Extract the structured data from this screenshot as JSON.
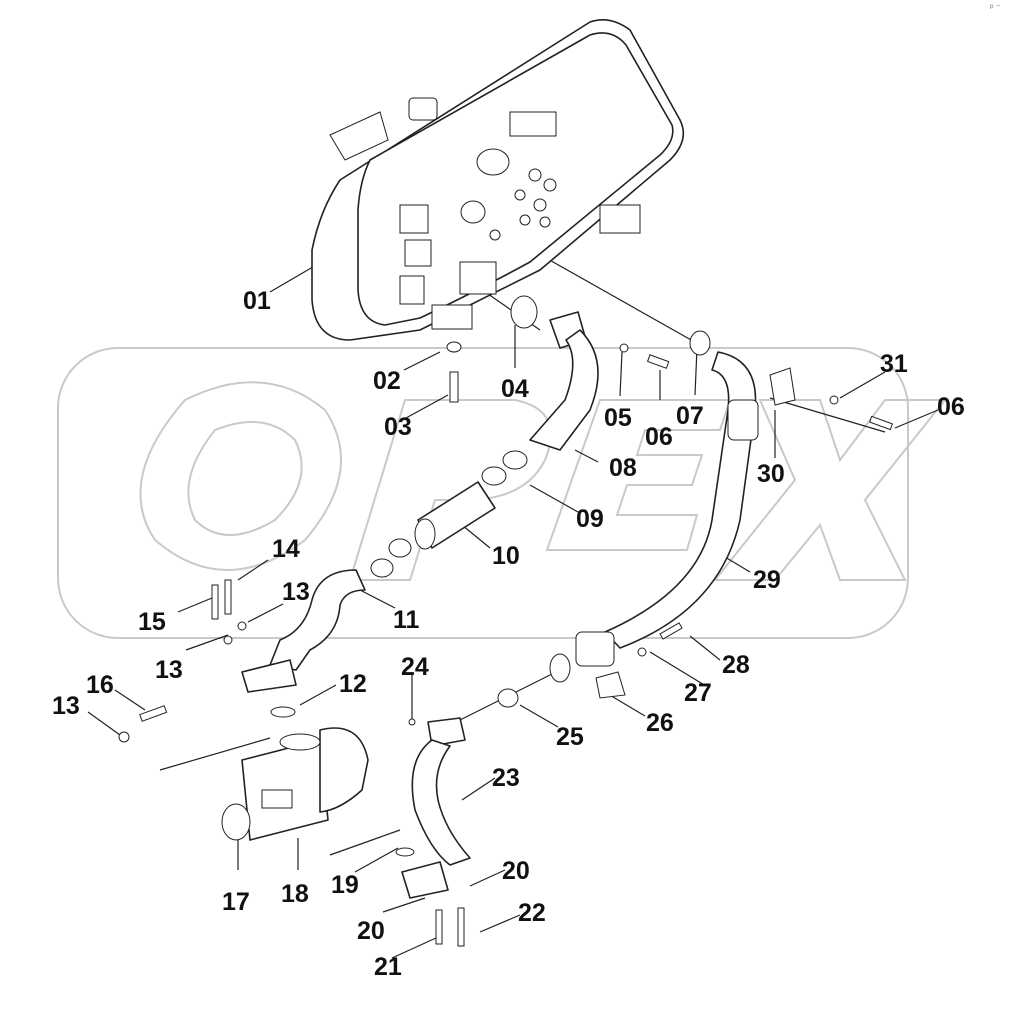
{
  "corner_mark": "ᵖ ⁻",
  "callouts": [
    {
      "id": "p01",
      "text": "01"
    },
    {
      "id": "p02",
      "text": "02"
    },
    {
      "id": "p03",
      "text": "03"
    },
    {
      "id": "p04",
      "text": "04"
    },
    {
      "id": "p05",
      "text": "05"
    },
    {
      "id": "p06a",
      "text": "06"
    },
    {
      "id": "p06b",
      "text": "06"
    },
    {
      "id": "p07",
      "text": "07"
    },
    {
      "id": "p08",
      "text": "08"
    },
    {
      "id": "p09",
      "text": "09"
    },
    {
      "id": "p10",
      "text": "10"
    },
    {
      "id": "p11",
      "text": "11"
    },
    {
      "id": "p12",
      "text": "12"
    },
    {
      "id": "p13a",
      "text": "13"
    },
    {
      "id": "p13b",
      "text": "13"
    },
    {
      "id": "p13c",
      "text": "13"
    },
    {
      "id": "p14",
      "text": "14"
    },
    {
      "id": "p15",
      "text": "15"
    },
    {
      "id": "p16",
      "text": "16"
    },
    {
      "id": "p17",
      "text": "17"
    },
    {
      "id": "p18",
      "text": "18"
    },
    {
      "id": "p19",
      "text": "19"
    },
    {
      "id": "p20a",
      "text": "20"
    },
    {
      "id": "p20b",
      "text": "20"
    },
    {
      "id": "p21",
      "text": "21"
    },
    {
      "id": "p22",
      "text": "22"
    },
    {
      "id": "p23",
      "text": "23"
    },
    {
      "id": "p24",
      "text": "24"
    },
    {
      "id": "p25",
      "text": "25"
    },
    {
      "id": "p26",
      "text": "26"
    },
    {
      "id": "p27",
      "text": "27"
    },
    {
      "id": "p28",
      "text": "28"
    },
    {
      "id": "p29",
      "text": "29"
    },
    {
      "id": "p30",
      "text": "30"
    },
    {
      "id": "p31",
      "text": "31"
    }
  ]
}
